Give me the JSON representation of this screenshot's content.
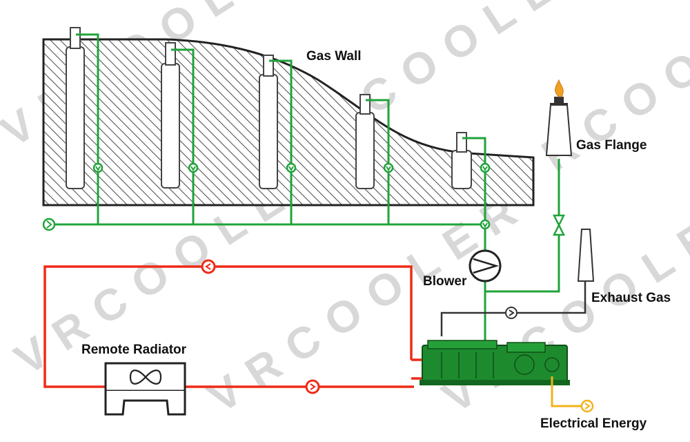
{
  "labels": {
    "gas_wall": "Gas Wall",
    "gas_flange": "Gas Flange",
    "blower": "Blower",
    "exhaust_gas": "Exhaust Gas",
    "remote_radiator": "Remote Radiator",
    "electrical_energy": "Electrical Energy"
  },
  "watermark": "VRCOOLER",
  "colors": {
    "gas_line": "#1fa33a",
    "coolant_line": "#ee2a16",
    "exhaust_line": "#333333",
    "electric_line": "#f2b21b",
    "generator": "#1e8a2e",
    "hatch": "#555555",
    "flame": "#f0a020"
  },
  "icons": {
    "radiator": "fan-infinity-icon",
    "blower": "pump-icon",
    "valve": "bowtie-valve-icon",
    "flow": "flow-direction-icon"
  }
}
